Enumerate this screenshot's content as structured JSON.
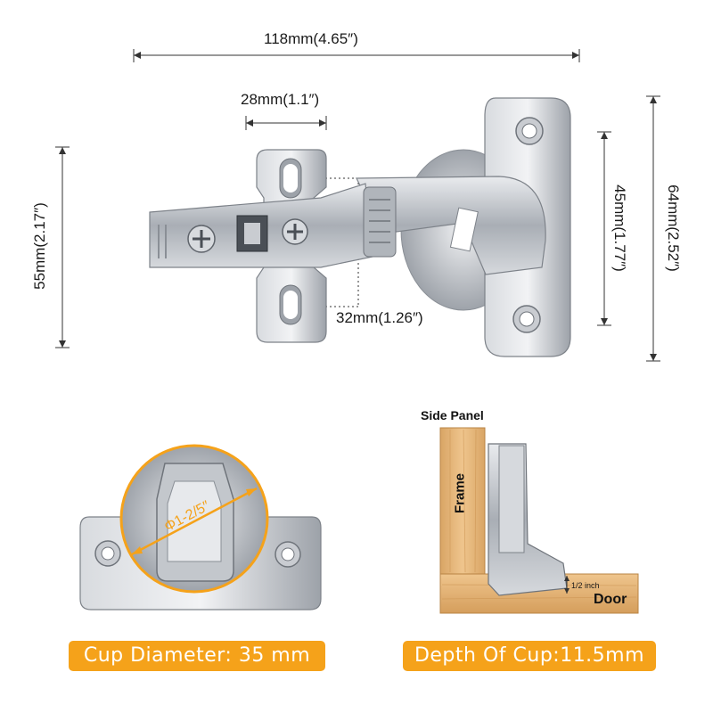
{
  "dimensions": {
    "overall_length": "118mm(4.65″)",
    "arm_width": "28mm(1.1″)",
    "base_height": "55mm(2.17″)",
    "hole_spacing": "32mm(1.26″)",
    "plate_inner_height": "45mm(1.77″)",
    "plate_height": "64mm(2.52″)"
  },
  "cup_view": {
    "diameter_label": "Φ1-2/5″",
    "caption": "Cup Diameter: 35 mm"
  },
  "install_view": {
    "side_panel_label": "Side Panel",
    "frame_label": "Frame",
    "door_label": "Door",
    "overlay_label": "1/2 inch",
    "caption": "Depth Of Cup:11.5mm"
  },
  "colors": {
    "accent": "#f5a21a",
    "metal": "#b8bcc2",
    "wood": "#e7b97c"
  }
}
